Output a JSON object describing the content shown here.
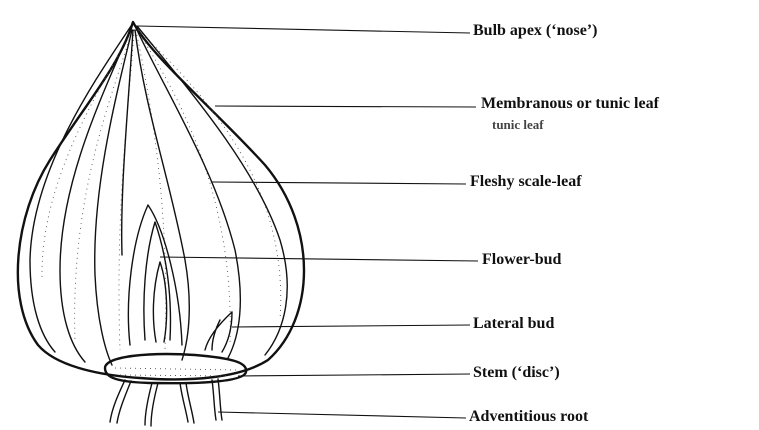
{
  "labels": {
    "bulb_apex": "Bulb apex (‘nose’)",
    "tunic_leaf": "Membranous or tunic leaf",
    "tunic_leaf_ghost": "tunic leaf",
    "fleshy_scale": "Fleshy scale-leaf",
    "flower_bud": "Flower-bud",
    "lateral_bud": "Lateral bud",
    "stem_disc": "Stem (‘disc’)",
    "adventitious_root": "Adventitious root"
  }
}
